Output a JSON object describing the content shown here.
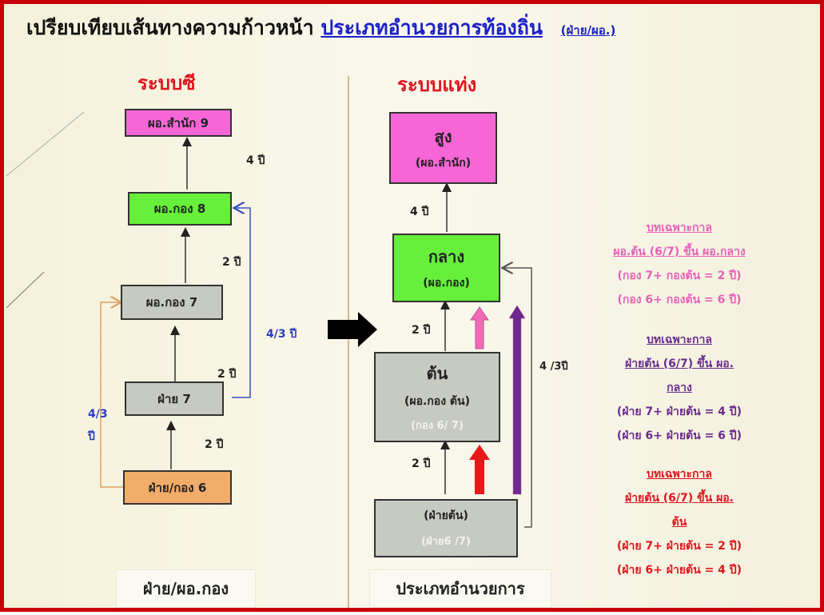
{
  "title": {
    "main": "เปรียบเทียบเส้นทางความก้าวหน้า",
    "link": "ประเภทอำนวยการท้องถิ่น",
    "suffix": "(ฝ่าย/ผอ.)"
  },
  "left": {
    "heading": "ระบบซี",
    "boxes": [
      "ผอ.สำนัก 9",
      "ผอ.กอง 8",
      "ผอ.กอง 7",
      "ฝ่าย 7",
      "ฝ่าย/กอง 6"
    ],
    "labels": {
      "l1": "4 ปี",
      "l2": "2 ปี",
      "l3": "2 ปี",
      "l4": "2 ปี",
      "blue": "4/3 ปี",
      "orange_top": "4/3",
      "orange_bottom": "ปี"
    },
    "footer": "ฝ่าย/ผอ.กอง"
  },
  "right": {
    "heading": "ระบบแท่ง",
    "boxes": {
      "high": {
        "title": "สูง",
        "sub": "(ผอ.สำนัก)"
      },
      "mid": {
        "title": "กลาง",
        "sub": "(ผอ.กอง)"
      },
      "low": {
        "title": "ต้น",
        "sub": "(ผอ.กอง ต้น)",
        "note": "(กอง 6/ 7)"
      },
      "base": {
        "title": "(ฝ่ายต้น)",
        "note": "(ฝ่าย6 /7)"
      }
    },
    "labels": {
      "l1": "4 ปี",
      "l2": "2 ปี",
      "l3": "2 ปี",
      "side": "4 /3ปี"
    },
    "footer": "ประเภทอำนวยการ"
  },
  "notes": [
    {
      "color": "#e860b8",
      "heading": "บทเฉพาะกาล",
      "lines_u": [
        "ผอ.ต้น (6/7) ขึ้น ผอ.กลาง"
      ],
      "lines": [
        "(กอง 7+ กองต้น  = 2 ปี)",
        "(กอง 6+ กองต้น  = 6 ปี)"
      ]
    },
    {
      "color": "#6a2a90",
      "heading": "บทเฉพาะกาล",
      "lines_u": [
        "ฝ่ายต้น (6/7) ขึ้น ผอ.",
        "กลาง"
      ],
      "lines": [
        "(ฝ่าย 7+ ฝ่ายต้น  = 4 ปี)",
        "(ฝ่าย 6+ ฝ่ายต้น  = 6 ปี)"
      ]
    },
    {
      "color": "#e0141e",
      "heading": "บทเฉพาะกาล",
      "lines_u": [
        "ฝ่ายต้น (6/7) ขึ้น ผอ.",
        "ต้น"
      ],
      "lines": [
        "(ฝ่าย 7+ ฝ่ายต้น  = 2 ปี)",
        "(ฝ่าย 6+ ฝ่ายต้น  = 4 ปี)"
      ]
    }
  ],
  "colors": {
    "pink": "#f766d6",
    "green": "#66f03a",
    "gray": "#c6cac0",
    "orange": "#f2ac6a",
    "border": "#c8000a"
  }
}
